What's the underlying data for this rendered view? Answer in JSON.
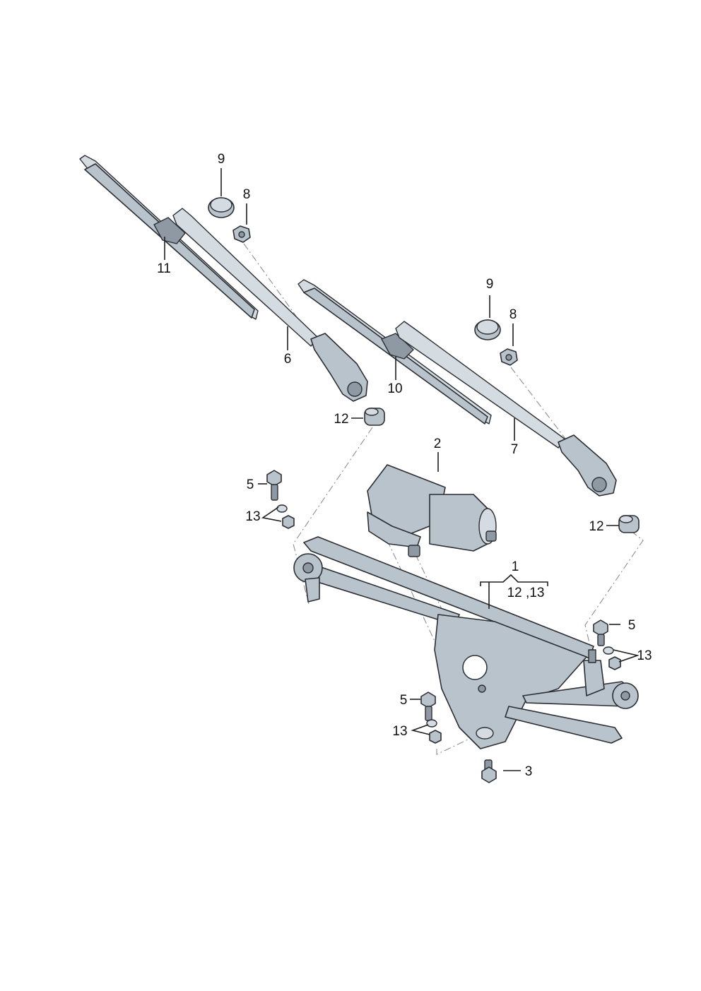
{
  "callouts": {
    "c1": "1",
    "c1_sub": "12 ,13",
    "c2": "2",
    "c3": "3",
    "c5a": "5",
    "c5b": "5",
    "c5c": "5",
    "c6": "6",
    "c7": "7",
    "c8a": "8",
    "c8b": "8",
    "c9a": "9",
    "c9b": "9",
    "c10": "10",
    "c11": "11",
    "c12a": "12",
    "c12b": "12",
    "c13a": "13",
    "c13b": "13",
    "c13c": "13"
  },
  "colors": {
    "part_fill": "#b9c3cb",
    "outline": "#2b2e33",
    "background": "#ffffff"
  }
}
